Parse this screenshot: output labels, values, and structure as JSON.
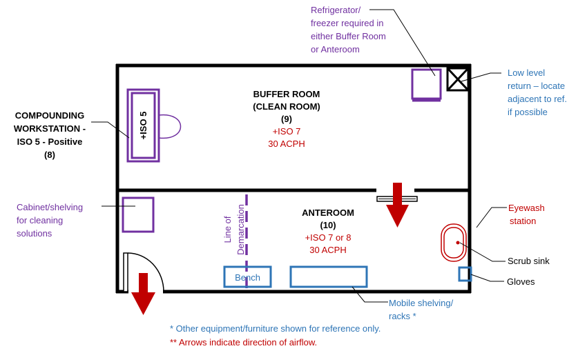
{
  "buffer_room": {
    "title_line1": "BUFFER ROOM",
    "title_line2": "(CLEAN ROOM)",
    "number": "(9)",
    "iso": "+ISO 7",
    "acph": "30 ACPH"
  },
  "anteroom": {
    "title": "ANTEROOM",
    "number": "(10)",
    "iso": "+ISO 7 or 8",
    "acph": "30 ACPH"
  },
  "labels": {
    "refrigerator": [
      "Refrigerator/",
      "freezer required in",
      "either Buffer Room",
      "or Anteroom"
    ],
    "low_level_return": [
      "Low level",
      "return – locate",
      "adjacent to ref.",
      "if possible"
    ],
    "compounding_workstation": [
      "COMPOUNDING",
      "WORKSTATION -",
      "ISO 5 - Positive",
      "(8)"
    ],
    "cabinet": [
      "Cabinet/shelving",
      "for cleaning",
      "solutions"
    ],
    "line_of_demarcation": [
      "Line of",
      "Demarcation"
    ],
    "iso5_hood": "+ISO 5",
    "bench": "Bench",
    "eyewash": [
      "Eyewash",
      "station"
    ],
    "scrub_sink": "Scrub sink",
    "gloves": "Gloves",
    "mobile_shelving": [
      "Mobile shelving/",
      "racks *"
    ]
  },
  "notes": {
    "reference": "* Other equipment/furniture shown for reference only.",
    "airflow": "** Arrows indicate direction of airflow."
  },
  "colors": {
    "wall": "#000000",
    "purple": "#7030a0",
    "blue": "#2e75b6",
    "airflow_arrow": "#c00000"
  }
}
